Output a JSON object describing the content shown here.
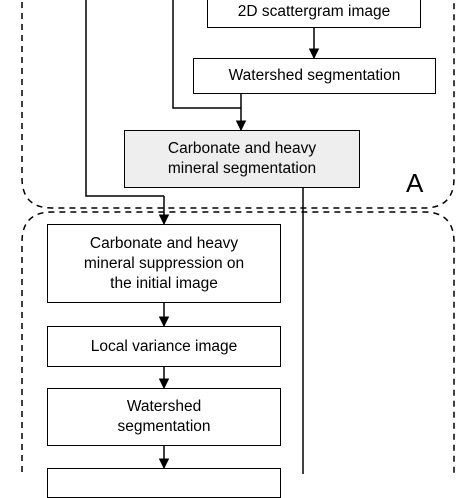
{
  "diagram": {
    "boxes": {
      "scattergram": "2D scattergram image",
      "watershed_top": "Watershed segmentation",
      "carbonate_segmentation": "Carbonate and heavy\nmineral segmentation",
      "suppression": "Carbonate and heavy\nmineral suppression on\nthe initial image",
      "local_variance": "Local variance image",
      "watershed_bottom": "Watershed\nsegmentation",
      "bottom_partial": ""
    },
    "group_label": "A"
  }
}
